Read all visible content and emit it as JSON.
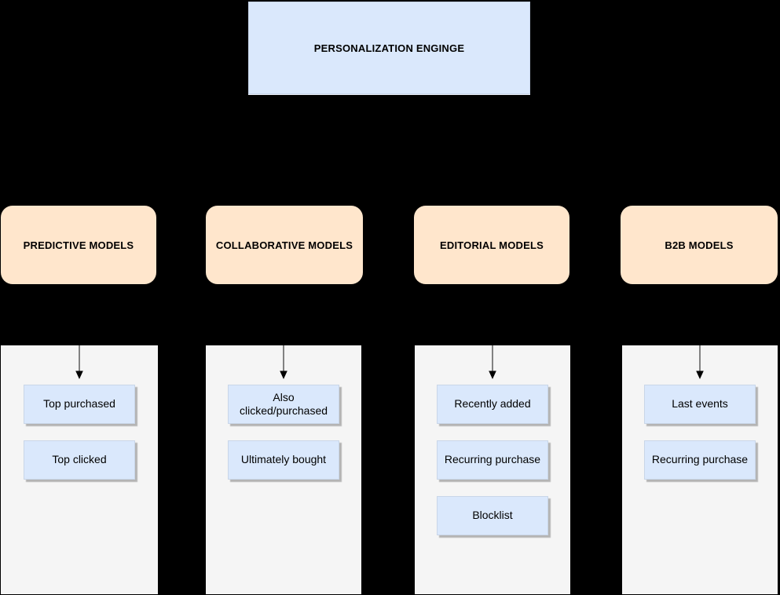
{
  "root": {
    "label": "PERSONALIZATION ENGINGE"
  },
  "columns": [
    {
      "header": "PREDICTIVE MODELS",
      "items": [
        "Top purchased",
        "Top clicked"
      ]
    },
    {
      "header": "COLLABORATIVE MODELS",
      "items": [
        "Also clicked/purchased",
        "Ultimately bought"
      ]
    },
    {
      "header": "EDITORIAL MODELS",
      "items": [
        "Recently added",
        "Recurring purchase",
        "Blocklist"
      ]
    },
    {
      "header": "B2B MODELS",
      "items": [
        "Last events",
        "Recurring purchase"
      ]
    }
  ],
  "icons": {
    "connector": "down-arrow-icon"
  },
  "colors": {
    "background": "#000000",
    "root_node_fill": "#dae8fc",
    "category_node_fill": "#ffe6cc",
    "lane_fill": "#f5f5f5",
    "item_fill": "#dae8fc",
    "item_border": "#c9d6e8",
    "item_shadow": "#b4b4b4",
    "text": "#000000",
    "arrow_line": "#666666",
    "arrow_head": "#000000"
  }
}
